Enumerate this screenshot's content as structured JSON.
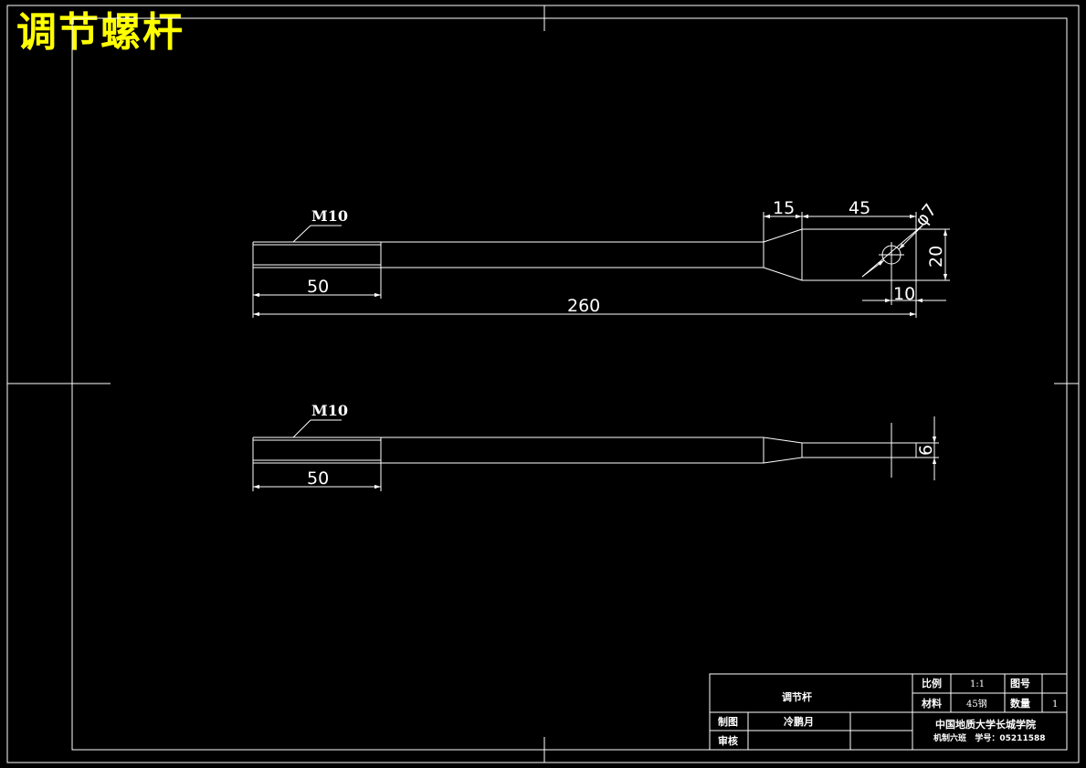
{
  "drawing": {
    "title": "调节螺杆",
    "view_top": {
      "thread_label": "M10",
      "dim_thread_length": "50",
      "dim_total_length": "260",
      "dim_taper_length": "15",
      "dim_flat_length": "45",
      "dim_hole_diameter": "φ7",
      "dim_flat_width": "20",
      "dim_hole_offset": "10"
    },
    "view_bottom": {
      "thread_label": "M10",
      "dim_thread_length": "50",
      "dim_flat_thickness": "6"
    }
  },
  "title_block": {
    "part_name": "调节杆",
    "scale_label": "比例",
    "scale_value": "1:1",
    "drawing_no_label": "图号",
    "drawing_no_value": "",
    "material_label": "材料",
    "material_value": "45钢",
    "quantity_label": "数量",
    "quantity_value": "1",
    "drawn_by_label": "制图",
    "drawn_by_value": "冷鹏月",
    "checked_by_label": "审核",
    "checked_by_value": "",
    "school": "中国地质大学长城学院",
    "class_id": "机制六班   学号：05211588"
  },
  "colors": {
    "background": "#000000",
    "lines": "#ffffff",
    "title": "#ffff00"
  }
}
